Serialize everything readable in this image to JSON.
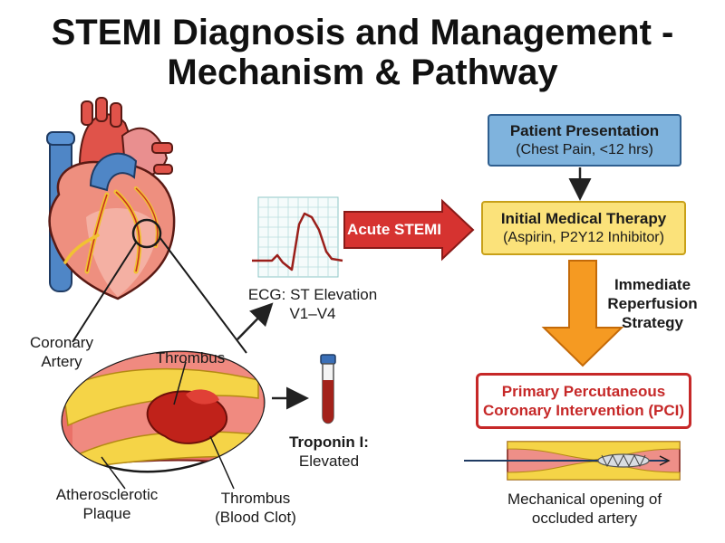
{
  "title": {
    "line1": "STEMI Diagnosis and Management -",
    "line2": "Mechanism & Pathway"
  },
  "anatomy": {
    "coronary_artery_line1": "Coronary",
    "coronary_artery_line2": "Artery",
    "thrombus": "Thrombus",
    "plaque_line1": "Atherosclerotic",
    "plaque_line2": "Plaque",
    "clot_line1": "Thrombus",
    "clot_line2": "(Blood Clot)"
  },
  "ecg": {
    "caption_line1": "ECG: ST Elevation",
    "caption_line2": "V1–V4"
  },
  "troponin": {
    "line1": "Troponin I:",
    "line2": "Elevated"
  },
  "acute_arrow_label": "Acute STEMI",
  "pathway": {
    "presentation": {
      "title": "Patient Presentation",
      "detail": "(Chest Pain, <12 hrs)"
    },
    "therapy": {
      "title": "Initial Medical Therapy",
      "detail": "(Aspirin, P2Y12 Inhibitor)"
    },
    "strategy_line1": "Immediate",
    "strategy_line2": "Reperfusion",
    "strategy_line3": "Strategy",
    "pci": {
      "title_line1": "Primary Percutaneous",
      "title_line2": "Coronary Intervention (PCI)"
    },
    "caption_line1": "Mechanical opening of",
    "caption_line2": "occluded artery"
  },
  "colors": {
    "presentation_fill": "#7fb3dd",
    "therapy_fill": "#fbe27a",
    "pci_text": "#c62828",
    "acute_arrow": "#d63330",
    "strategy_arrow": "#f59a22",
    "heart_red": "#e0534a",
    "vessel_blue": "#4f86c6"
  }
}
